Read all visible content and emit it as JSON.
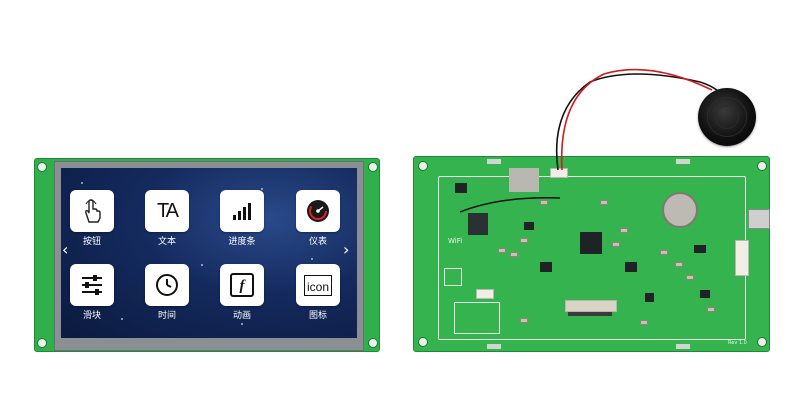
{
  "front_board": {
    "tiles": [
      {
        "label": "按钮",
        "icon": "touch-finger-icon"
      },
      {
        "label": "文本",
        "icon": "text-ta-icon"
      },
      {
        "label": "进度条",
        "icon": "signal-bars-icon"
      },
      {
        "label": "仪表",
        "icon": "gauge-icon"
      },
      {
        "label": "滑块",
        "icon": "slider-icon"
      },
      {
        "label": "时间",
        "icon": "clock-icon"
      },
      {
        "label": "动画",
        "icon": "animation-f-icon"
      },
      {
        "label": "图标",
        "icon": "icon-text-icon"
      }
    ],
    "tile_glyphs": {
      "text": "TA",
      "animation": "f",
      "icon_word": "icon"
    },
    "nav": {
      "left": "‹",
      "right": "›"
    }
  },
  "back_board": {
    "wifi_label": "WiFi",
    "revision_label": "Rev 1.0"
  },
  "colors": {
    "pcb_green": "#2fb04a",
    "lcd_blue": "#142a5e",
    "speaker_black": "#111111",
    "wire_red": "#d11a1a"
  }
}
